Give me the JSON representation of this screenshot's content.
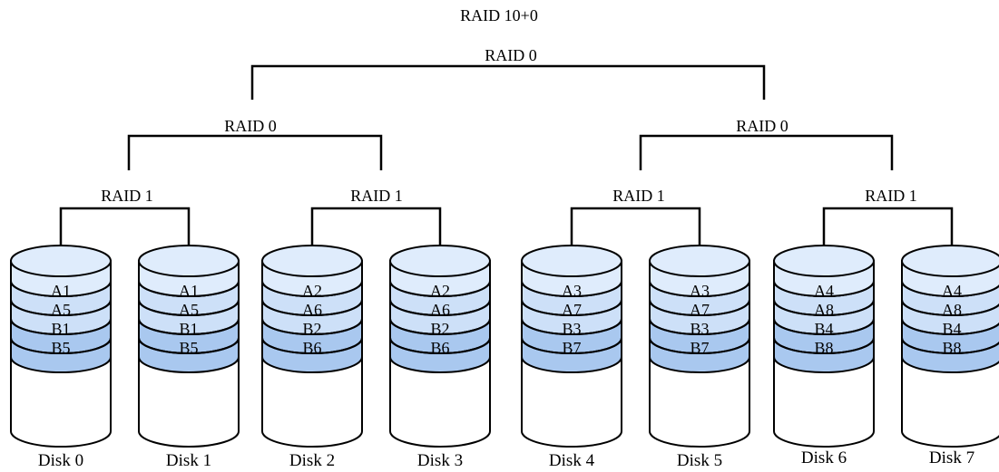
{
  "title": "RAID 10+0",
  "level1": {
    "label": "RAID 0"
  },
  "level2": [
    {
      "label": "RAID 0"
    },
    {
      "label": "RAID 0"
    }
  ],
  "level3": [
    {
      "label": "RAID 1"
    },
    {
      "label": "RAID 1"
    },
    {
      "label": "RAID 1"
    },
    {
      "label": "RAID 1"
    }
  ],
  "disks": [
    {
      "label": "Disk 0",
      "blocks": [
        "A1",
        "A5",
        "B1",
        "B5"
      ]
    },
    {
      "label": "Disk 1",
      "blocks": [
        "A1",
        "A5",
        "B1",
        "B5"
      ]
    },
    {
      "label": "Disk 2",
      "blocks": [
        "A2",
        "A6",
        "B2",
        "B6"
      ]
    },
    {
      "label": "Disk 3",
      "blocks": [
        "A2",
        "A6",
        "B2",
        "B6"
      ]
    },
    {
      "label": "Disk 4",
      "blocks": [
        "A3",
        "A7",
        "B3",
        "B7"
      ]
    },
    {
      "label": "Disk 5",
      "blocks": [
        "A3",
        "A7",
        "B3",
        "B7"
      ]
    },
    {
      "label": "Disk 6",
      "blocks": [
        "A4",
        "A8",
        "B4",
        "B8"
      ]
    },
    {
      "label": "Disk 7",
      "blocks": [
        "A4",
        "A8",
        "B4",
        "B8"
      ]
    }
  ],
  "colors": {
    "top": "#dfecfc",
    "a_block": "#cde0f8",
    "b_block": "#a9c8ef",
    "body": "#ffffff",
    "stroke": "#000000"
  }
}
